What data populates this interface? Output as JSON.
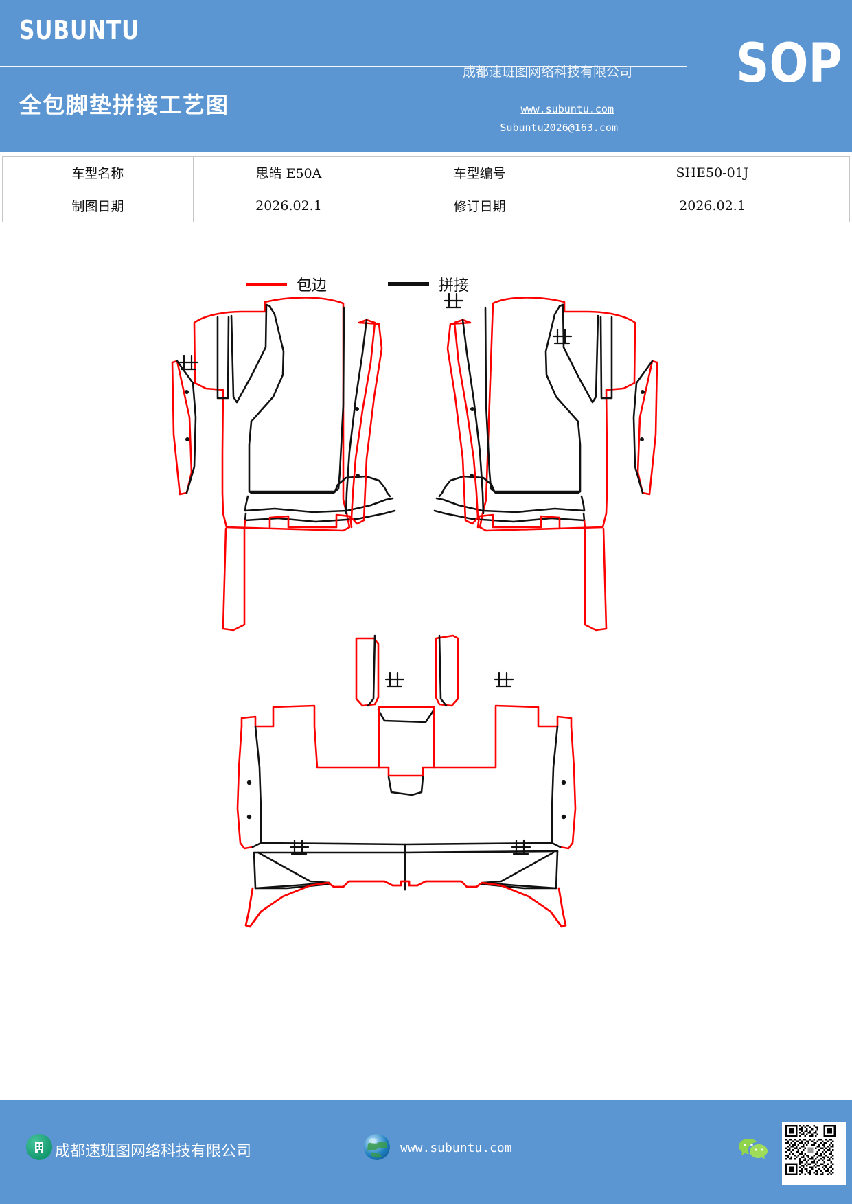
{
  "header": {
    "brand": "SUBUNTU",
    "doc_title": "全包脚垫拼接工艺图",
    "company": "成都速班图网络科技有限公司",
    "website": "www.subuntu.com",
    "email": "Subuntu2026@163.com",
    "sop_badge": "SOP",
    "bg_color": "#5b96d2"
  },
  "info_table": {
    "rows": [
      {
        "label1": "车型名称",
        "value1": "思皓 E50A",
        "label2": "车型编号",
        "value2": "SHE50-01J"
      },
      {
        "label1": "制图日期",
        "value1": "2026.02.1",
        "label2": "修订日期",
        "value2": "2026.02.1"
      }
    ]
  },
  "legend": {
    "items": [
      {
        "label": "包边",
        "color": "#ff0000",
        "icon": "red-line-swatch"
      },
      {
        "label": "拼接",
        "color": "#111111",
        "icon": "black-line-swatch"
      }
    ]
  },
  "drawing": {
    "title": "全包脚垫拼接工艺图",
    "pieces": [
      {
        "name": "front-left-mat",
        "position": "top-left"
      },
      {
        "name": "front-right-mat",
        "position": "top-right"
      },
      {
        "name": "rear-mat",
        "position": "bottom-center"
      }
    ],
    "marks": [
      {
        "name": "stop-mark",
        "label": "止"
      },
      {
        "name": "stop-mark",
        "label": "止"
      },
      {
        "name": "stop-mark",
        "label": "止"
      },
      {
        "name": "stop-mark",
        "label": "止"
      },
      {
        "name": "stop-mark",
        "label": "止"
      },
      {
        "name": "stop-mark",
        "label": "止"
      }
    ],
    "binding_color": "#ff0000",
    "seam_color": "#111111"
  },
  "footer": {
    "company": "成都速班图网络科技有限公司",
    "website": "www.subuntu.com",
    "bg_color": "#5b96d2",
    "icons": [
      "building-icon",
      "globe-icon",
      "wechat-icon",
      "qr-code-icon"
    ]
  }
}
